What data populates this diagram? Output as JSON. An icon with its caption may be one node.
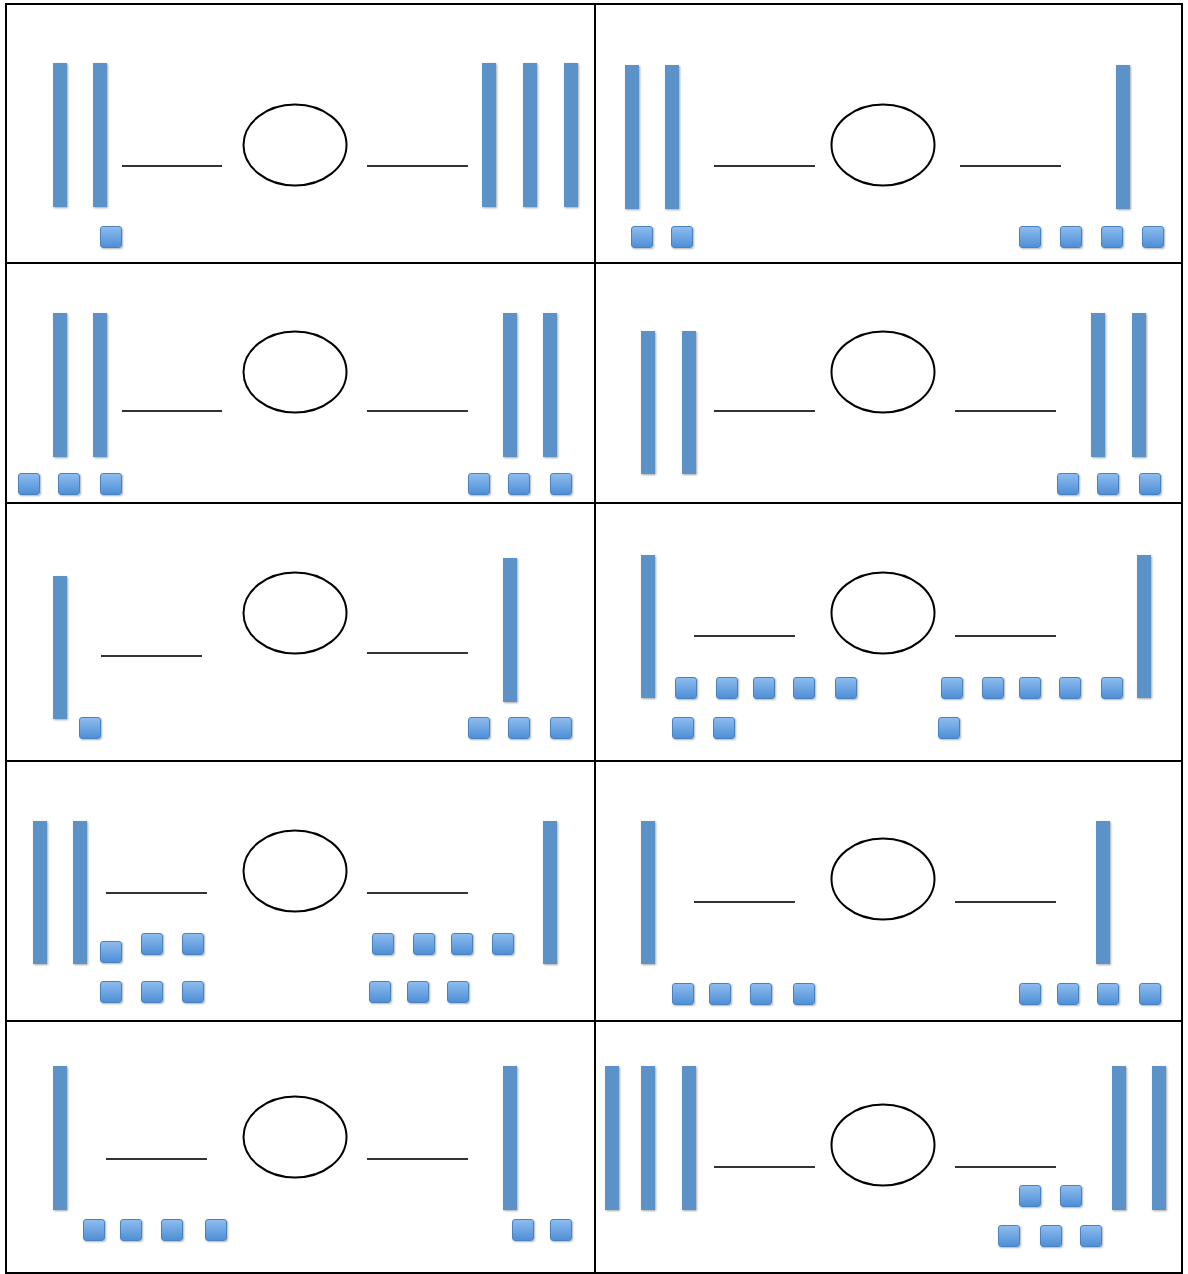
{
  "diagram": {
    "nodes": [
      {
        "text": [],
        "shape": "circle"
      },
      {
        "text": [],
        "shape": "circle"
      },
      {
        "text": [],
        "shape": "circle"
      },
      {
        "text": [],
        "shape": "circle"
      },
      {
        "text": [],
        "shape": "circle"
      },
      {
        "text": [],
        "shape": "circle"
      },
      {
        "text": [],
        "shape": "circle"
      },
      {
        "text": [],
        "shape": "circle"
      },
      {
        "text": [],
        "shape": "circle"
      },
      {
        "text": [],
        "shape": "circle"
      }
    ]
  }
}
